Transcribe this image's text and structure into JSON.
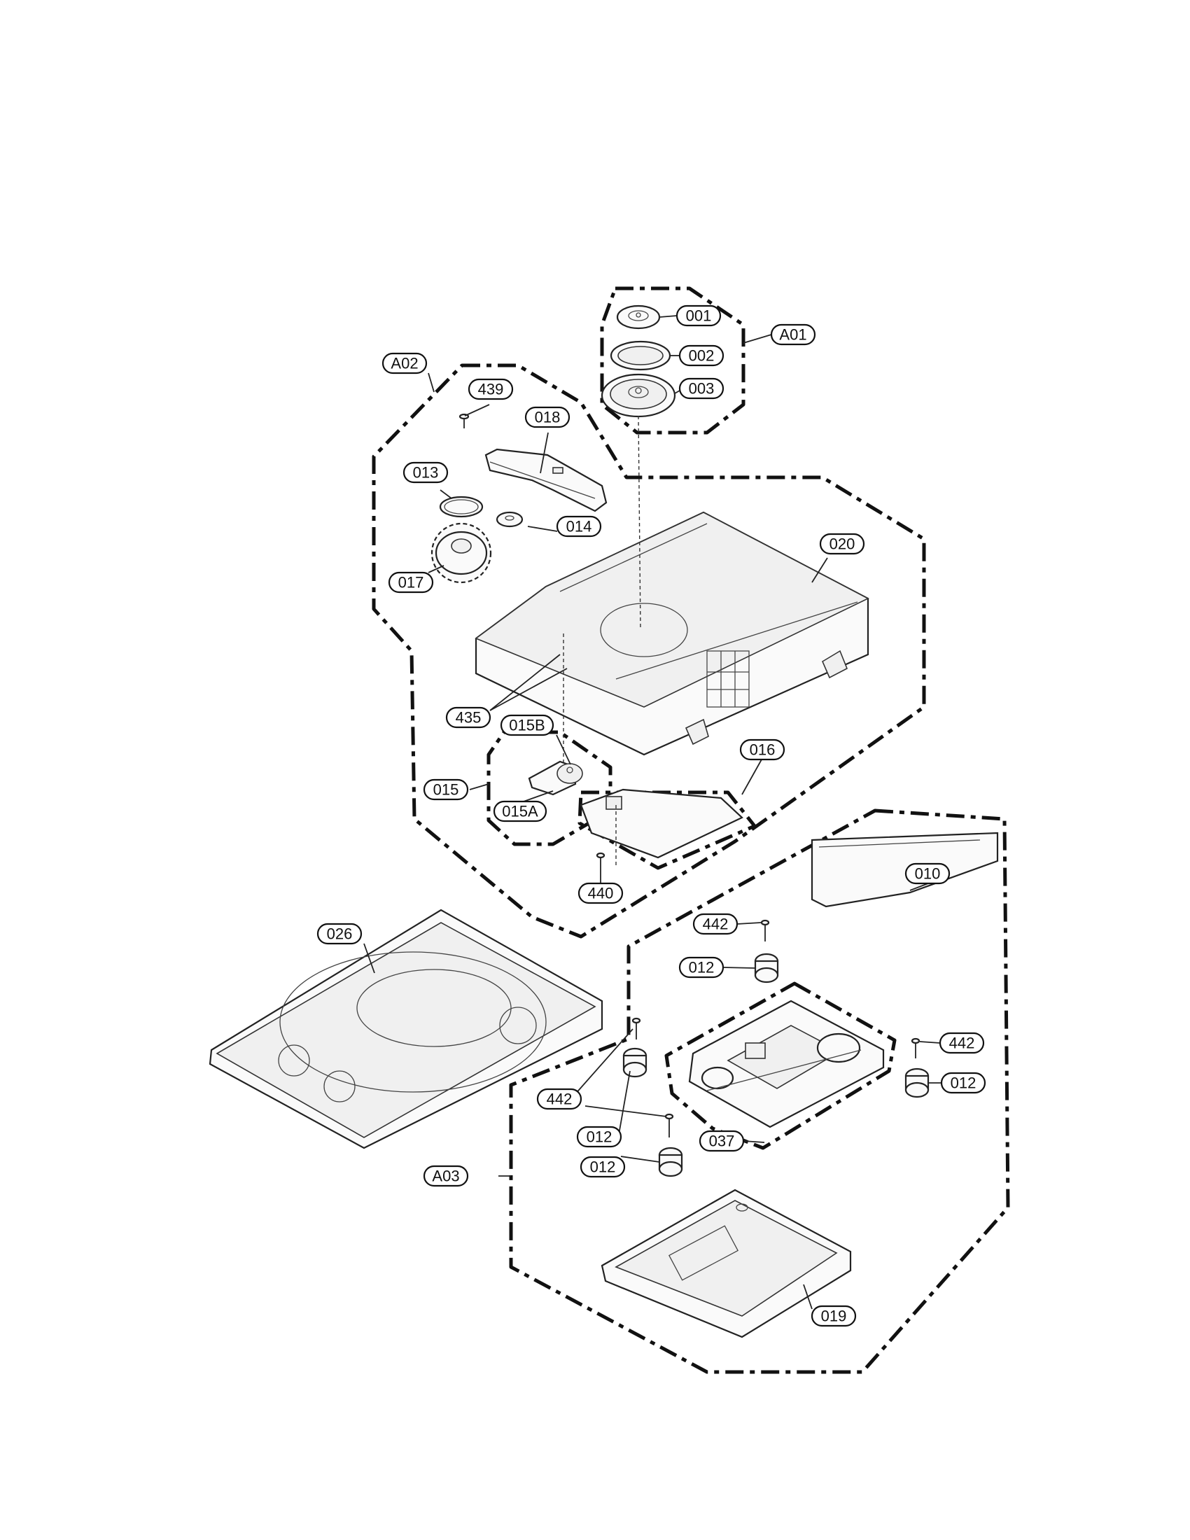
{
  "assemblies": [
    {
      "id": "a01",
      "label": "A01"
    },
    {
      "id": "a02",
      "label": "A02"
    },
    {
      "id": "a03",
      "label": "A03"
    }
  ],
  "callouts": [
    {
      "id": "p001",
      "label": "001"
    },
    {
      "id": "p002",
      "label": "002"
    },
    {
      "id": "p003",
      "label": "003"
    },
    {
      "id": "p439",
      "label": "439"
    },
    {
      "id": "p018",
      "label": "018"
    },
    {
      "id": "p013",
      "label": "013"
    },
    {
      "id": "p014",
      "label": "014"
    },
    {
      "id": "p017",
      "label": "017"
    },
    {
      "id": "p020",
      "label": "020"
    },
    {
      "id": "p435",
      "label": "435"
    },
    {
      "id": "p015b",
      "label": "015B"
    },
    {
      "id": "p015",
      "label": "015"
    },
    {
      "id": "p015a",
      "label": "015A"
    },
    {
      "id": "p016",
      "label": "016"
    },
    {
      "id": "p440",
      "label": "440"
    },
    {
      "id": "p010",
      "label": "010"
    },
    {
      "id": "p442a",
      "label": "442"
    },
    {
      "id": "p012a",
      "label": "012"
    },
    {
      "id": "p026",
      "label": "026"
    },
    {
      "id": "p442b",
      "label": "442"
    },
    {
      "id": "p012b",
      "label": "012"
    },
    {
      "id": "p442c",
      "label": "442"
    },
    {
      "id": "p012c",
      "label": "012"
    },
    {
      "id": "p037",
      "label": "037"
    },
    {
      "id": "p012d",
      "label": "012"
    },
    {
      "id": "p019",
      "label": "019"
    }
  ]
}
